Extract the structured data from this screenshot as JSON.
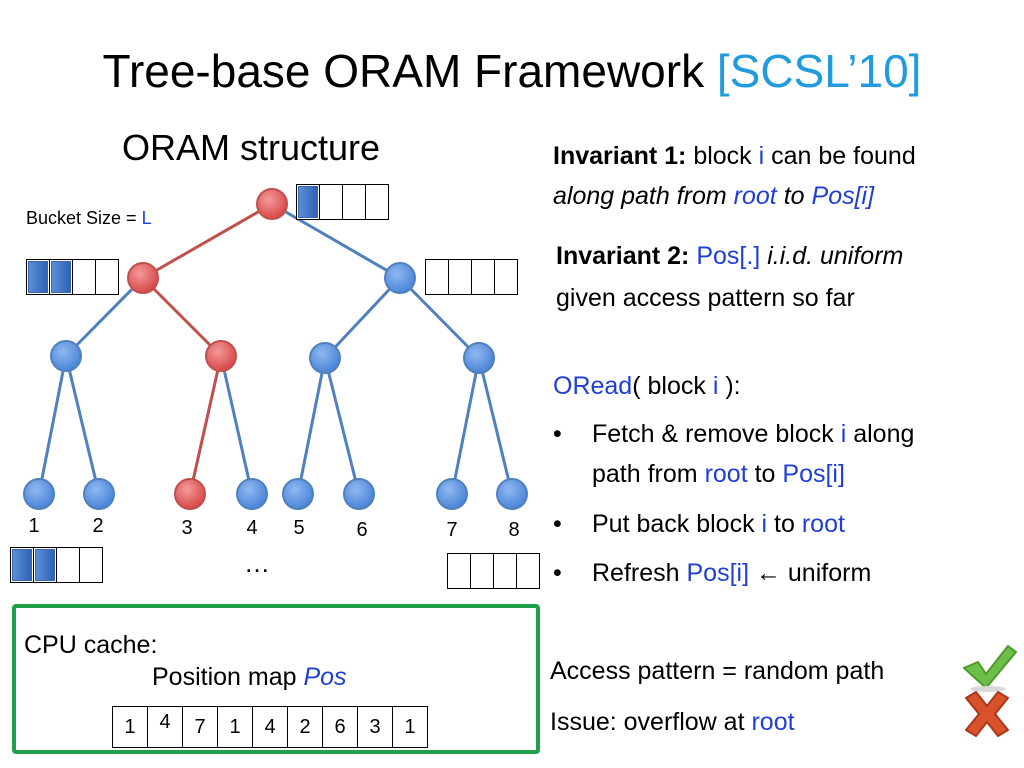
{
  "slide": {
    "title": "Tree-base ORAM Framework",
    "title_cite": "[SCSL’10]",
    "structure_title": "ORAM structure",
    "bucket_size_label": "Bucket Size = ",
    "bucket_size_var": "L",
    "leaf_labels": [
      "1",
      "2",
      "3",
      "4",
      "5",
      "6",
      "7",
      "8"
    ],
    "ellipsis": "…"
  },
  "invariant1": {
    "label": "Invariant 1:",
    "t1": " block ",
    "var_i": "i",
    "t2": " can be found",
    "line2_a": "along path from ",
    "root": "root",
    "line2_b": " to ",
    "pos_i": "Pos[i]"
  },
  "invariant2": {
    "label": "Invariant 2:",
    "pos_dot": "Pos[.]",
    "iid": " i.i.d. uniform",
    "line2": "given access pattern so far"
  },
  "oread": {
    "func": "ORead",
    "args_a": "( block ",
    "var_i": "i",
    "args_b": " ):",
    "bullet": "•",
    "b1_a": "Fetch & remove block ",
    "b1_i": "i",
    "b1_b": " along",
    "b1_c": "path from ",
    "b1_root": "root",
    "b1_d": " to ",
    "b1_pos": "Pos[i]",
    "b2_a": "Put back block ",
    "b2_i": "i",
    "b2_b": " to ",
    "b2_root": "root",
    "b3_a": "Refresh ",
    "b3_pos": "Pos[i]",
    "b3_b": " ← uniform"
  },
  "conclusions": {
    "access": "Access pattern = random path",
    "issue_a": "Issue: overflow at ",
    "issue_root": "root",
    "check_icon": "check-icon",
    "cross_icon": "cross-icon"
  },
  "cache": {
    "label": "CPU cache:",
    "posmap_a": "Position map ",
    "posmap_var": "Pos",
    "values": [
      "1",
      "4",
      "7",
      "1",
      "4",
      "2",
      "6",
      "3",
      "1"
    ]
  },
  "colors": {
    "blue_text": "#1f3fd6",
    "cite": "#1f9bde",
    "path_red": "#c0504d",
    "edge_blue": "#4f81bd",
    "node_blue": "#5b93e0",
    "node_red": "#e55555",
    "cache_border": "#1fa14a"
  }
}
